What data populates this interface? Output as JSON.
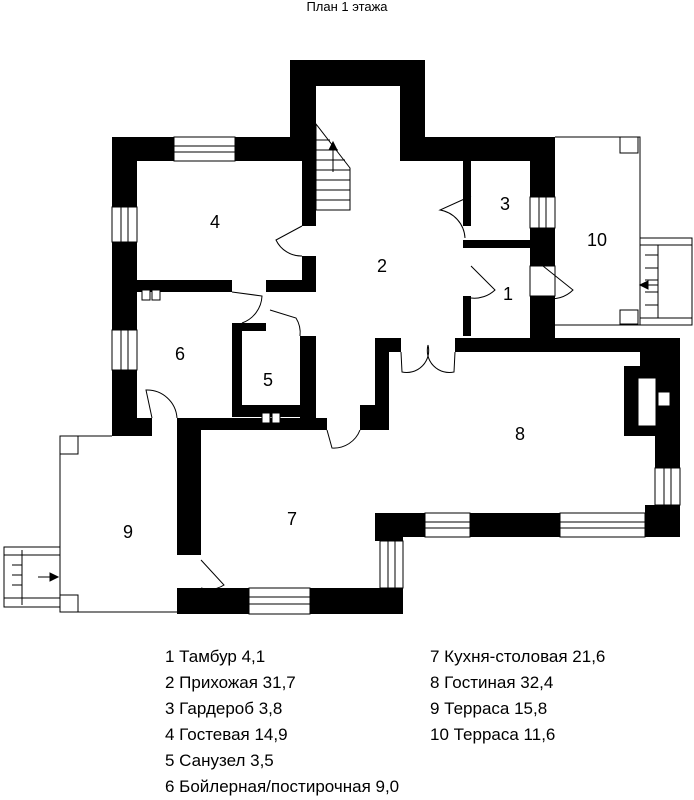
{
  "title": "План 1 этажа",
  "rooms": [
    {
      "number": "1",
      "name": "Тамбур",
      "area": "4,1"
    },
    {
      "number": "2",
      "name": "Прихожая",
      "area": "31,7"
    },
    {
      "number": "3",
      "name": "Гардероб",
      "area": "3,8"
    },
    {
      "number": "4",
      "name": "Гостевая",
      "area": "14,9"
    },
    {
      "number": "5",
      "name": "Санузел",
      "area": "3,5"
    },
    {
      "number": "6",
      "name": "Бойлерная/постирочная",
      "area": "9,0"
    },
    {
      "number": "7",
      "name": "Кухня-столовая",
      "area": "21,6"
    },
    {
      "number": "8",
      "name": "Гостиная",
      "area": "32,4"
    },
    {
      "number": "9",
      "name": "Терраса",
      "area": "15,8"
    },
    {
      "number": "10",
      "name": "Терраса",
      "area": "11,6"
    }
  ],
  "legend": [
    "1 Тамбур 4,1",
    "2 Прихожая 31,7",
    "3 Гардероб 3,8",
    "4 Гостевая 14,9",
    "5 Санузел 3,5",
    "6 Бойлерная/постирочная 9,0",
    "7 Кухня-столовая 21,6",
    "8 Гостиная 32,4",
    "9 Терраса 15,8",
    "10 Терраса 11,6"
  ]
}
